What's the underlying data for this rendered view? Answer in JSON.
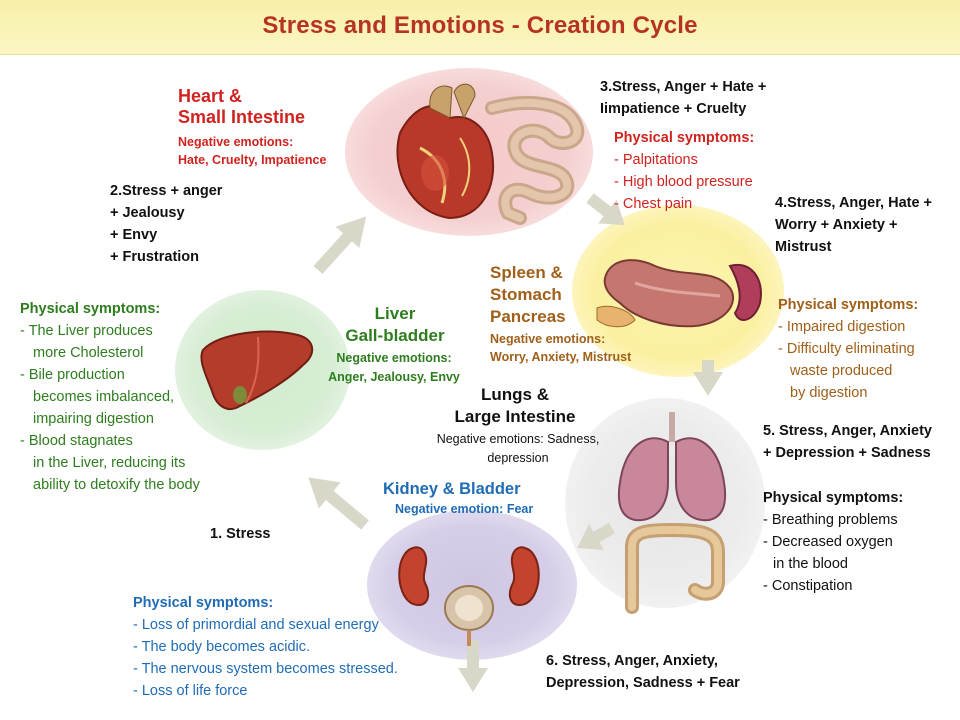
{
  "title": "Stress and Emotions - Creation Cycle",
  "colors": {
    "title": "#b63323",
    "heart": "#d0231f",
    "spleen": "#a0601a",
    "liver_green": "#2e7d1e",
    "kidney_blue": "#1f6cb5",
    "black": "#111111"
  },
  "heart": {
    "name_1": "Heart &",
    "name_2": "Small Intestine",
    "neg_label": "Negative emotions:",
    "neg_list": "Hate, Cruelty, Impatience"
  },
  "stage3": {
    "line1": "3.Stress, Anger + Hate +",
    "line2": "Iimpatience + Cruelty"
  },
  "heart_symptoms": {
    "heading": "Physical symptoms:",
    "items": [
      "- Palpitations",
      "- High blood pressure",
      "- Chest pain"
    ]
  },
  "stage2": {
    "lines": [
      "2.Stress + anger",
      "+ Jealousy",
      "+ Envy",
      "+ Frustration"
    ]
  },
  "stage4": {
    "lines": [
      "4.Stress, Anger, Hate +",
      "Worry + Anxiety +",
      "Mistrust"
    ]
  },
  "spleen": {
    "name_1": "Spleen &",
    "name_2": "Stomach",
    "name_3": "Pancreas",
    "neg_label": "Negative emotions:",
    "neg_list": "Worry, Anxiety, Mistrust"
  },
  "spleen_symptoms": {
    "heading": "Physical symptoms:",
    "items": [
      "- Impaired digestion",
      "- Difficulty eliminating",
      "waste produced",
      "by digestion"
    ]
  },
  "liver": {
    "name_1": "Liver",
    "name_2": "Gall-bladder",
    "neg_label": "Negative emotions:",
    "neg_list": "Anger, Jealousy, Envy"
  },
  "liver_symptoms": {
    "heading": "Physical symptoms:",
    "lines": [
      "- The Liver produces",
      "more Cholesterol",
      "- Bile production",
      "becomes imbalanced,",
      "impairing digestion",
      "- Blood stagnates",
      "in the Liver, reducing its",
      "ability to detoxify the body"
    ]
  },
  "lungs": {
    "name_1": "Lungs &",
    "name_2": "Large Intestine",
    "neg_1": "Negative emotions: Sadness,",
    "neg_2": "depression"
  },
  "stage5": {
    "line1": "5. Stress, Anger, Anxiety",
    "line2": "+ Depression + Sadness"
  },
  "lungs_symptoms": {
    "heading": "Physical symptoms:",
    "lines": [
      "- Breathing problems",
      "- Decreased oxygen",
      "in the blood",
      "- Constipation"
    ]
  },
  "kidney": {
    "name": "Kidney & Bladder",
    "neg": "Negative emotion: Fear"
  },
  "stage1": {
    "text": "1. Stress"
  },
  "kidney_symptoms": {
    "heading": "Physical symptoms:",
    "items": [
      "- Loss of primordial and sexual energy",
      "- The body becomes acidic.",
      "- The nervous system becomes stressed.",
      "- Loss of life force"
    ]
  },
  "stage6": {
    "line1": "6. Stress, Anger, Anxiety,",
    "line2": "Depression, Sadness + Fear"
  }
}
